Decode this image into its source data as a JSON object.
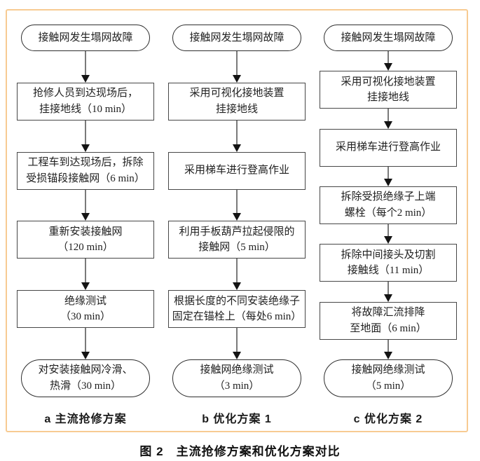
{
  "figure": {
    "caption": "图 2　主流抢修方案和优化方案对比",
    "colors": {
      "frame_border": "#f7cb92",
      "box_border": "#474747",
      "arrow_line": "#7a7a7a",
      "arrow_head": "#141414"
    },
    "columns": [
      {
        "label": "a 主流抢修方案",
        "nodes": [
          {
            "shape": "stadium",
            "text": "接触网发生塌网故障"
          },
          {
            "shape": "rect",
            "text": "抢修人员到达现场后，\n挂接地线（10 min）"
          },
          {
            "shape": "rect",
            "text": "工程车到达现场后，拆除\n受损锚段接触网（6 min）"
          },
          {
            "shape": "rect",
            "text": "重新安装接触网\n（120 min）"
          },
          {
            "shape": "rect",
            "text": "绝缘测试\n（30 min）"
          },
          {
            "shape": "stadium",
            "text": "对安装接触网冷滑、\n热滑（30 min）"
          }
        ]
      },
      {
        "label": "b 优化方案 1",
        "nodes": [
          {
            "shape": "stadium",
            "text": "接触网发生塌网故障"
          },
          {
            "shape": "rect",
            "text": "采用可视化接地装置\n挂接地线"
          },
          {
            "shape": "rect",
            "text": "采用梯车进行登高作业"
          },
          {
            "shape": "rect",
            "text": "利用手板葫芦拉起侵限的\n接触网（5 min）"
          },
          {
            "shape": "rect",
            "text": "根据长度的不同安装绝缘子\n固定在锚栓上（每处6 min）"
          },
          {
            "shape": "stadium",
            "text": "接触网绝缘测试\n（3 min）"
          }
        ]
      },
      {
        "label": "c 优化方案 2",
        "nodes": [
          {
            "shape": "stadium",
            "text": "接触网发生塌网故障"
          },
          {
            "shape": "rect",
            "text": "采用可视化接地装置\n挂接地线"
          },
          {
            "shape": "rect",
            "text": "采用梯车进行登高作业"
          },
          {
            "shape": "rect",
            "text": "拆除受损绝缘子上端\n螺栓（每个2 min）"
          },
          {
            "shape": "rect",
            "text": "拆除中间接头及切割\n接触线（11 min）"
          },
          {
            "shape": "rect",
            "text": "将故障汇流排降\n至地面（6 min）"
          },
          {
            "shape": "stadium",
            "text": "接触网绝缘测试\n（5 min）"
          }
        ]
      }
    ]
  }
}
